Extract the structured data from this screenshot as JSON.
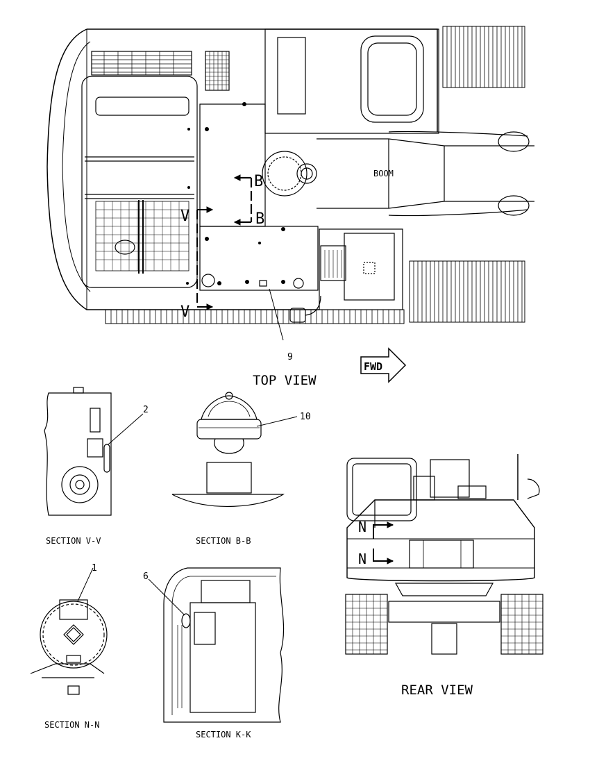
{
  "labels": {
    "top_view": "TOP VIEW",
    "rear_view": "REAR VIEW",
    "section_vv": "SECTION V-V",
    "section_bb": "SECTION B-B",
    "section_nn": "SECTION N-N",
    "section_kk": "SECTION K-K",
    "boom": "BOOM",
    "fwd": "FWD",
    "section_letter_b": "B",
    "section_letter_v": "V",
    "section_letter_n": "N"
  },
  "callouts": {
    "item_1": "1",
    "item_2": "2",
    "item_6": "6",
    "item_9": "9",
    "item_10": "10"
  }
}
